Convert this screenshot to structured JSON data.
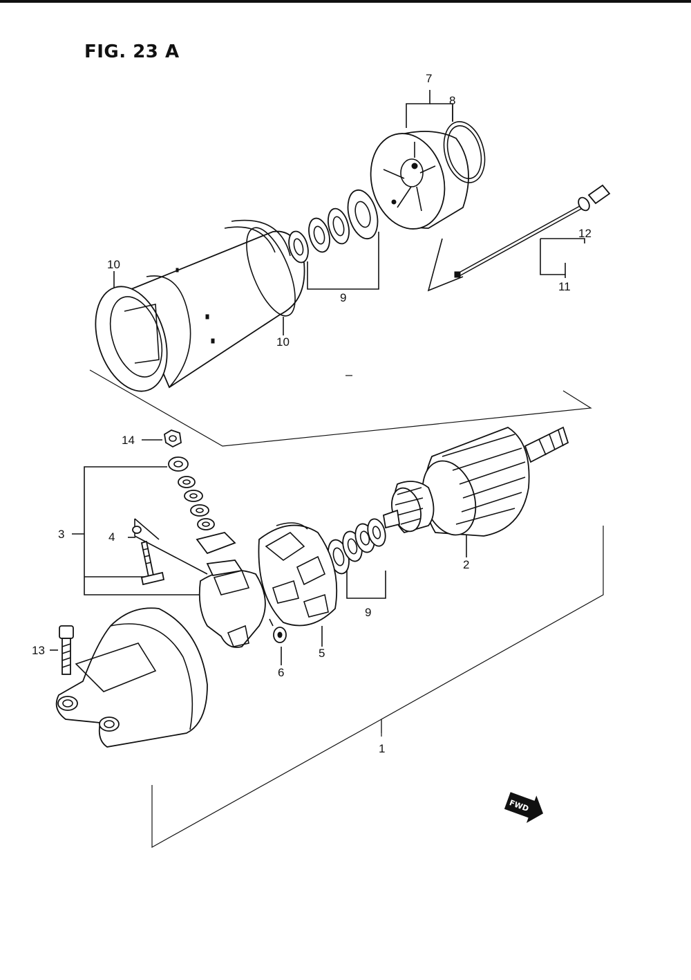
{
  "figure": {
    "title": "FIG. 23 A"
  },
  "callouts": {
    "c1": "1",
    "c2": "2",
    "c3": "3",
    "c4": "4",
    "c5": "5",
    "c6": "6",
    "c7": "7",
    "c8": "8",
    "c9_upper": "9",
    "c9_lower": "9",
    "c10_left": "10",
    "c10_bottom": "10",
    "c11": "11",
    "c12": "12",
    "c13": "13",
    "c14": "14"
  },
  "direction_badge": {
    "label": "FWD"
  }
}
